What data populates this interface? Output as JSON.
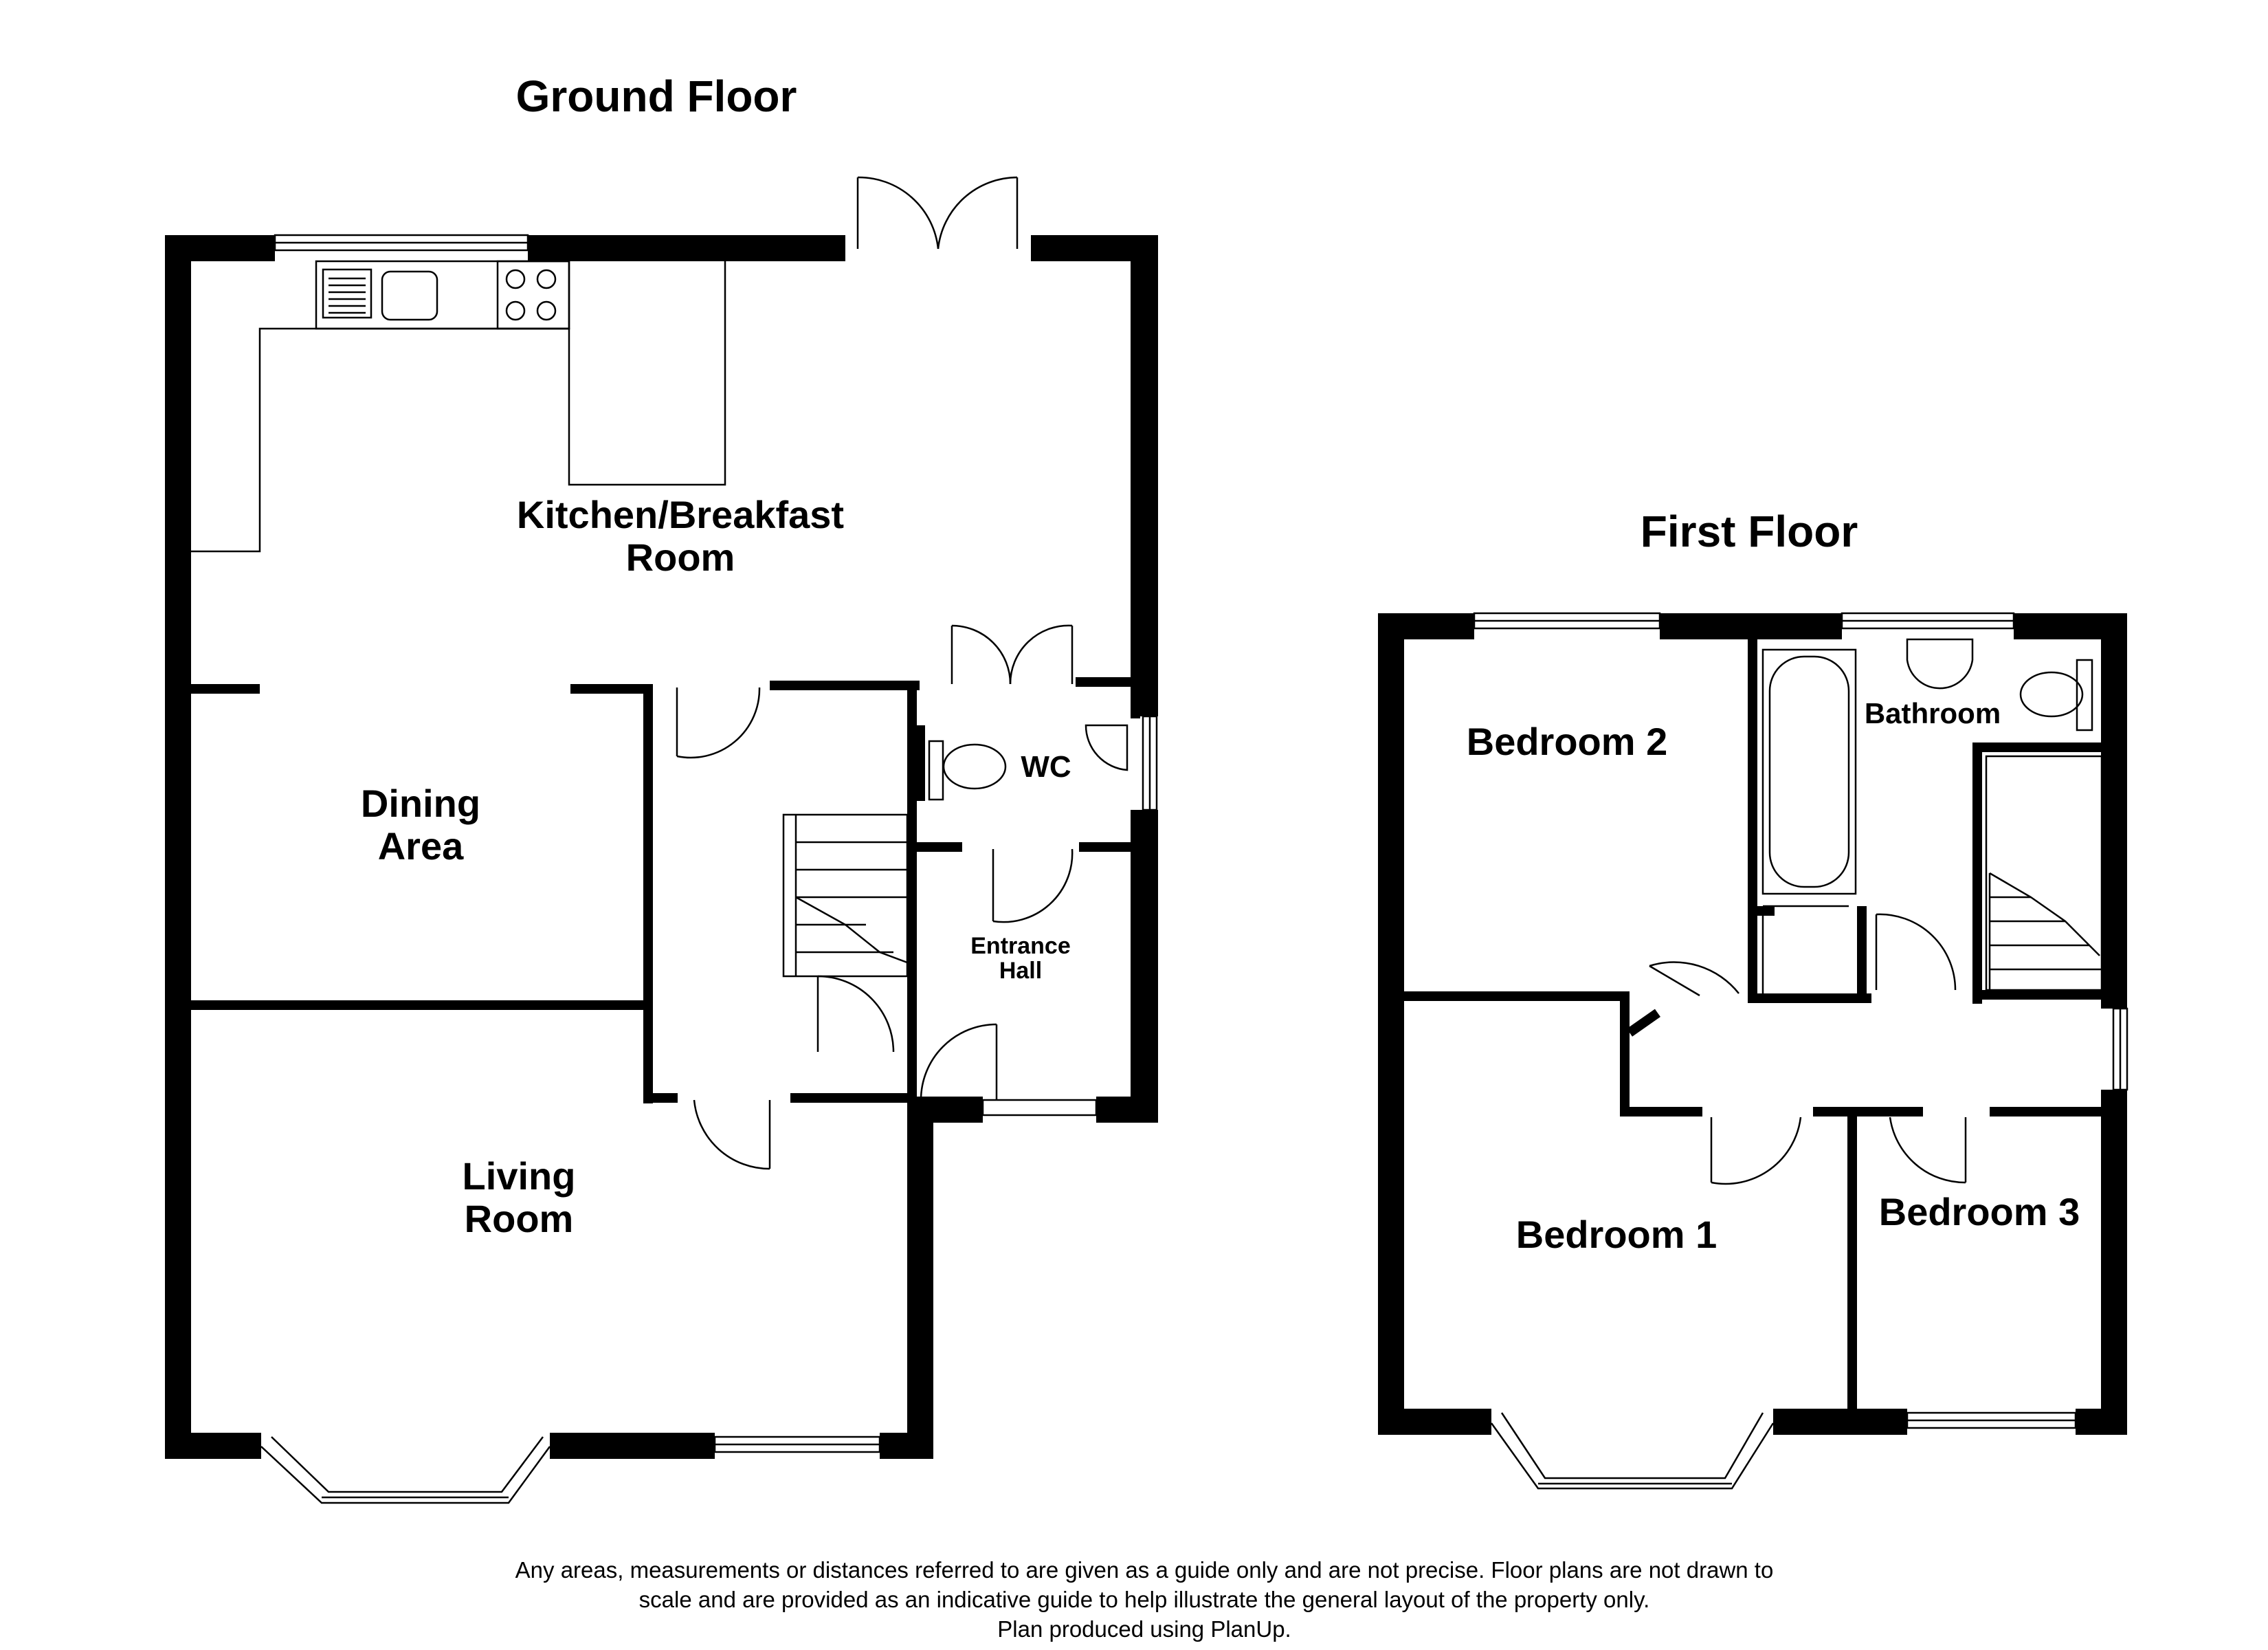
{
  "titles": {
    "ground_floor": "Ground Floor",
    "first_floor": "First Floor"
  },
  "rooms": {
    "kitchen_line1": "Kitchen/Breakfast",
    "kitchen_line2": "Room",
    "dining_line1": "Dining",
    "dining_line2": "Area",
    "living_line1": "Living",
    "living_line2": "Room",
    "wc": "WC",
    "entrance_line1": "Entrance",
    "entrance_line2": "Hall",
    "bedroom1": "Bedroom 1",
    "bedroom2": "Bedroom 2",
    "bedroom3": "Bedroom 3",
    "bathroom": "Bathroom"
  },
  "disclaimer": {
    "line1": "Any areas, measurements or distances referred to are given as a guide only and are not precise. Floor plans are not drawn to",
    "line2": "scale and are provided as an indicative guide to help illustrate the general layout of the property only.",
    "line3": "Plan produced using PlanUp."
  }
}
